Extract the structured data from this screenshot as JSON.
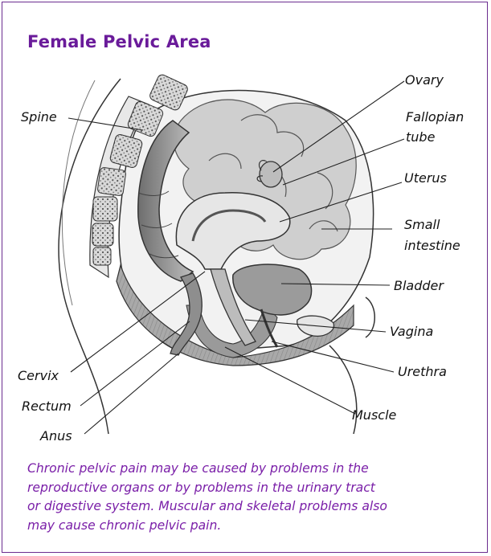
{
  "title": "Female Pelvic Area",
  "labels": {
    "spine": "Spine",
    "ovary": "Ovary",
    "fallopian_tube_line1": "Fallopian",
    "fallopian_tube_line2": "tube",
    "uterus": "Uterus",
    "small_intestine_line1": "Small",
    "small_intestine_line2": "intestine",
    "bladder": "Bladder",
    "vagina": "Vagina",
    "urethra": "Urethra",
    "cervix": "Cervix",
    "rectum": "Rectum",
    "anus": "Anus",
    "muscle": "Muscle"
  },
  "caption_lines": [
    "Chronic pelvic pain may be caused by problems in the",
    "reproductive organs or by problems in the urinary tract",
    "or digestive system. Muscular and skeletal problems also",
    "may cause chronic pelvic pain."
  ],
  "colors": {
    "border": "#6b2c8f",
    "title": "#6a1b9a",
    "caption": "#7a1fa8"
  }
}
